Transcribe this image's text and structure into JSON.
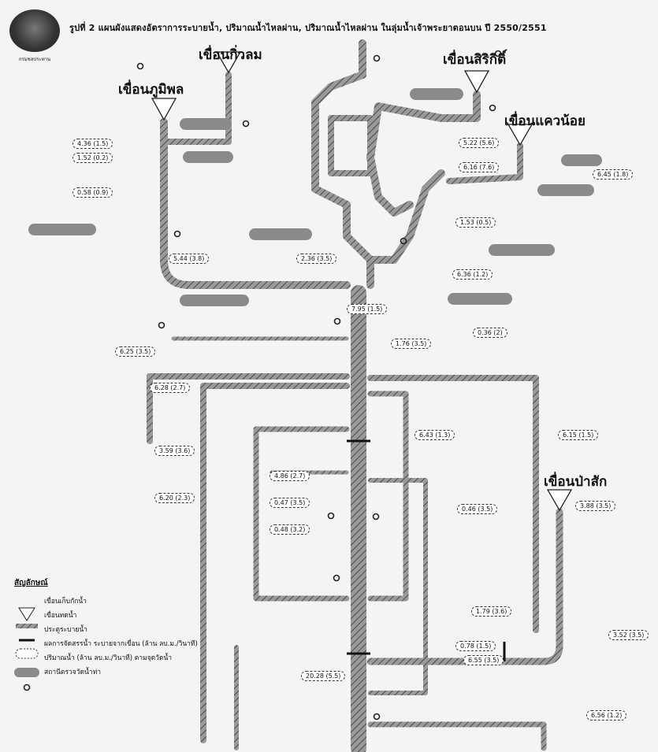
{
  "title": "รูปที่ 2 แผนผังแสดงอัตราการระบายน้ำ, ปริมาณน้ำไหลผ่าน, ปริมาณน้ำไหลผ่าน ในลุ่มน้ำเจ้าพระยาตอนบน ปี 2550/2551",
  "logo_caption": "กรมชลประทาน",
  "dams": [
    {
      "name": "เขื่อนภูมิพล"
    },
    {
      "name": "เขื่อนกิ่วลม"
    },
    {
      "name": "เขื่อนสิริกิติ์"
    },
    {
      "name": "เขื่อนแควน้อย"
    },
    {
      "name": "เขื่อนป่าสัก"
    }
  ],
  "values": [
    "4.36 (1.5)",
    "1.52 (0.2)",
    "0.58 (0.9)",
    "5.22 (5.6)",
    "6.16 (7.6)",
    "6.45 (1.8)",
    "1.53 (0.5)",
    "6.36 (1.2)",
    "5.44 (3.8)",
    "2.36 (3.5)",
    "7.95 (1.5)",
    "0.36 (2)",
    "1.76 (3.5)",
    "6.25 (3.5)",
    "6.28 (2.7)",
    "3.59 (3.6)",
    "6.20 (2.3)",
    "6.15 (1.5)",
    "6.43 (1.3)",
    "4.86 (2.7)",
    "0.47 (3.5)",
    "0.48 (3.2)",
    "0.46 (3.5)",
    "3.88 (3.5)",
    "1.79 (3.6)",
    "3.52 (3.5)",
    "0.78 (1.5)",
    "6.55 (3.5)",
    "20.28 (5.5)",
    "6.56 (1.2)"
  ],
  "legend": {
    "heading": "สัญลักษณ์",
    "items": [
      {
        "label": "เขื่อนเก็บกักน้ำ"
      },
      {
        "label": "เขื่อนทดน้ำ"
      },
      {
        "label": "ประตูระบายน้ำ"
      },
      {
        "label": "ผลการจัดสรรน้ำ ระบายจากเขื่อน (ล้าน ลบ.ม./วินาที)"
      },
      {
        "label": "ปริมาณน้ำ (ล้าน ลบ.ม./วินาที) ตามจุดวัดน้ำ"
      },
      {
        "label": "สถานีตรวจวัดน้ำท่า"
      }
    ]
  }
}
